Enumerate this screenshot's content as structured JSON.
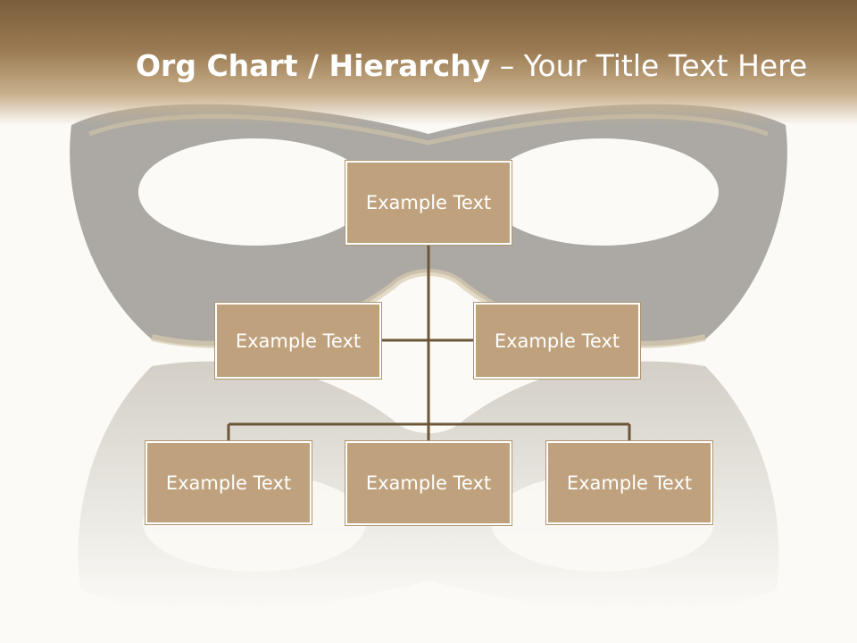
{
  "title": {
    "bold": "Org Chart / Hierarchy",
    "sep": " – ",
    "rest": "Your Title Text Here"
  },
  "nodes": {
    "top": "Example Text",
    "assist_left": "Example Text",
    "assist_right": "Example Text",
    "child_1": "Example Text",
    "child_2": "Example Text",
    "child_3": "Example Text"
  },
  "colors": {
    "node_fill": "#bfa27d",
    "connector": "#6b5638",
    "title_band": "#8a6d45"
  }
}
